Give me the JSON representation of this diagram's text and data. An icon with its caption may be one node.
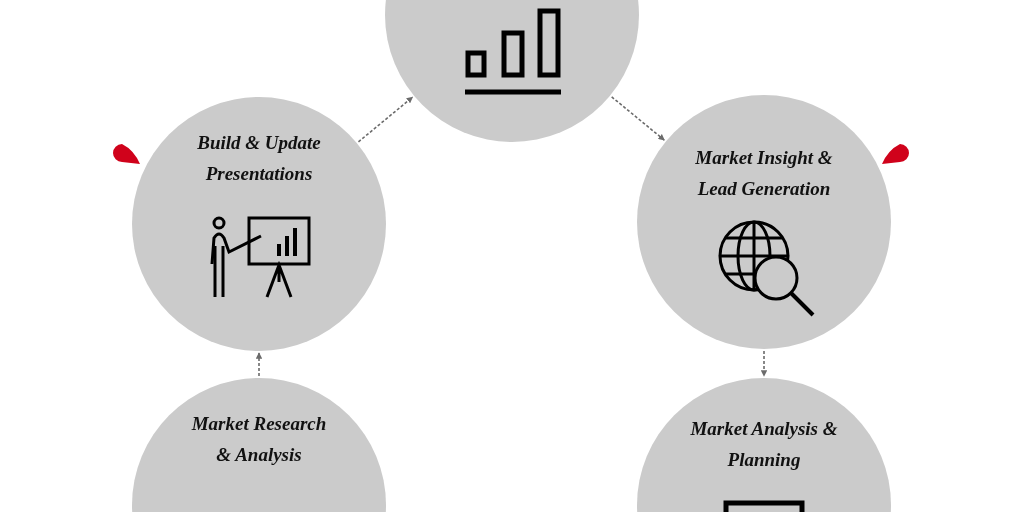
{
  "diagram": {
    "nodes": [
      {
        "text": [],
        "shape": "circle"
      },
      {
        "text": [
          "Build & Update Presentations"
        ]
      },
      {
        "text": [
          "Market Insight & Lead Generation"
        ]
      },
      {
        "text": [
          "Market Research & Analysis"
        ]
      },
      {
        "text": [
          "Market Analysis & Planning"
        ]
      }
    ],
    "edges": [
      {
        "from": 3,
        "to": 1,
        "arrow": "to",
        "style": "dashed"
      },
      {
        "from": 1,
        "to": 0,
        "arrow": "to",
        "style": "dashed"
      },
      {
        "from": 0,
        "to": 2,
        "arrow": "to",
        "style": "dashed"
      },
      {
        "from": 2,
        "to": 4,
        "arrow": "to",
        "style": "dashed"
      }
    ]
  }
}
